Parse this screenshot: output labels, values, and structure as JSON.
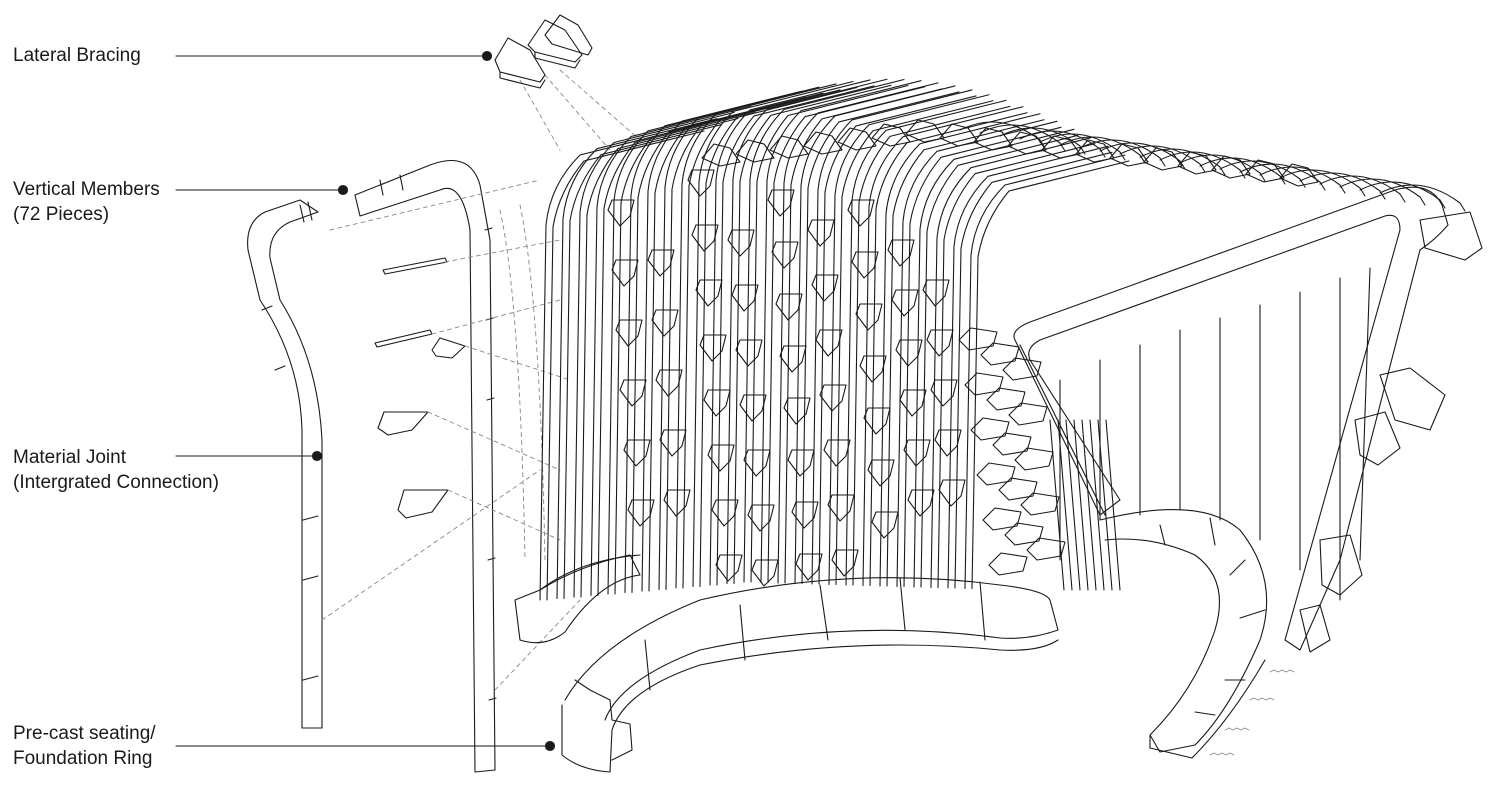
{
  "labels": {
    "lateral_bracing": {
      "line1": "Lateral Bracing"
    },
    "vertical_members": {
      "line1": "Vertical Members",
      "line2": "(72 Pieces)"
    },
    "material_joint": {
      "line1": "Material Joint",
      "line2": "(Intergrated Connection)"
    },
    "seating": {
      "line1": "Pre-cast seating/",
      "line2": "Foundation Ring"
    }
  },
  "colors": {
    "ink": "#1a1a1a",
    "dash": "#888888",
    "background": "#ffffff"
  }
}
